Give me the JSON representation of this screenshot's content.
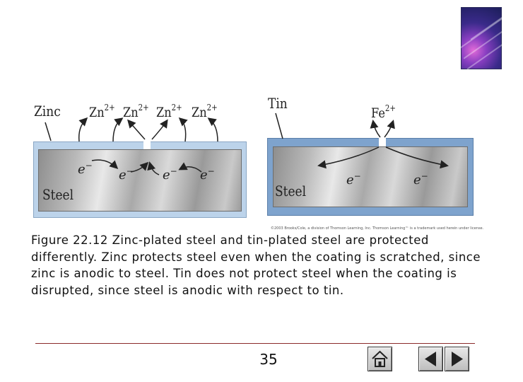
{
  "diagram_left": {
    "coating_label": "Zinc",
    "steel_label": "Steel",
    "ions": [
      "Zn",
      "Zn",
      "Zn",
      "Zn"
    ],
    "ion_charge": "2+",
    "electrons": [
      "e",
      "e",
      "e",
      "e"
    ],
    "electron_charge": "−"
  },
  "diagram_right": {
    "coating_label": "Tin",
    "steel_label": "Steel",
    "ion": "Fe",
    "ion_charge": "2+",
    "electrons": [
      "e",
      "e"
    ],
    "electron_charge": "−"
  },
  "copyright": "©2003 Brooks/Cole, a division of Thomson Learning, Inc. Thomson Learning™ is a trademark used herein under license.",
  "caption": "Figure 22.12 Zinc-plated steel and tin-plated steel are protected differently. Zinc protects steel even when the coating is scratched, since zinc is anodic to steel. Tin does not protect steel when the coating is disrupted, since steel is anodic with respect to tin.",
  "page_number": "35",
  "icons": {
    "cover": "book-cover-thumbnail",
    "home": "home-icon",
    "back": "back-arrow-icon",
    "forward": "forward-arrow-icon"
  },
  "colors": {
    "coating_left": "#bcd3ea",
    "coating_right": "#7ea3cd",
    "rule": "#8b2b2b"
  }
}
